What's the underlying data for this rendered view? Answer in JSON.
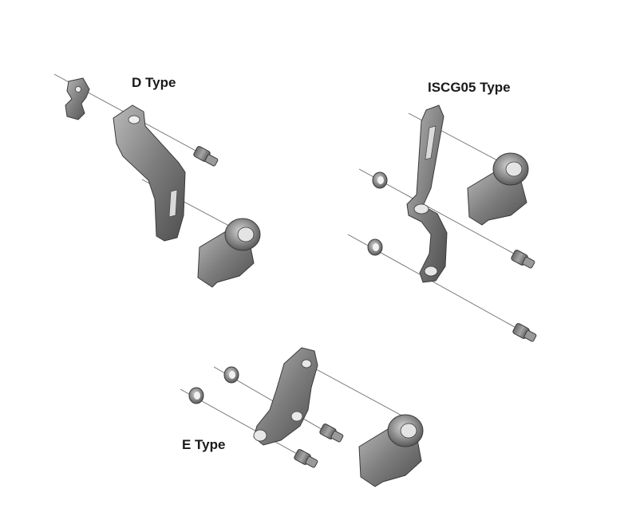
{
  "labels": {
    "d_type": "D Type",
    "iscg05_type": "ISCG05 Type",
    "e_type": "E Type"
  },
  "colors": {
    "part_dark": "#5d5d5d",
    "part_mid": "#8c8c8c",
    "part_light": "#c4c4c4",
    "axis_line": "#6e6e6e",
    "background": "#ffffff"
  }
}
